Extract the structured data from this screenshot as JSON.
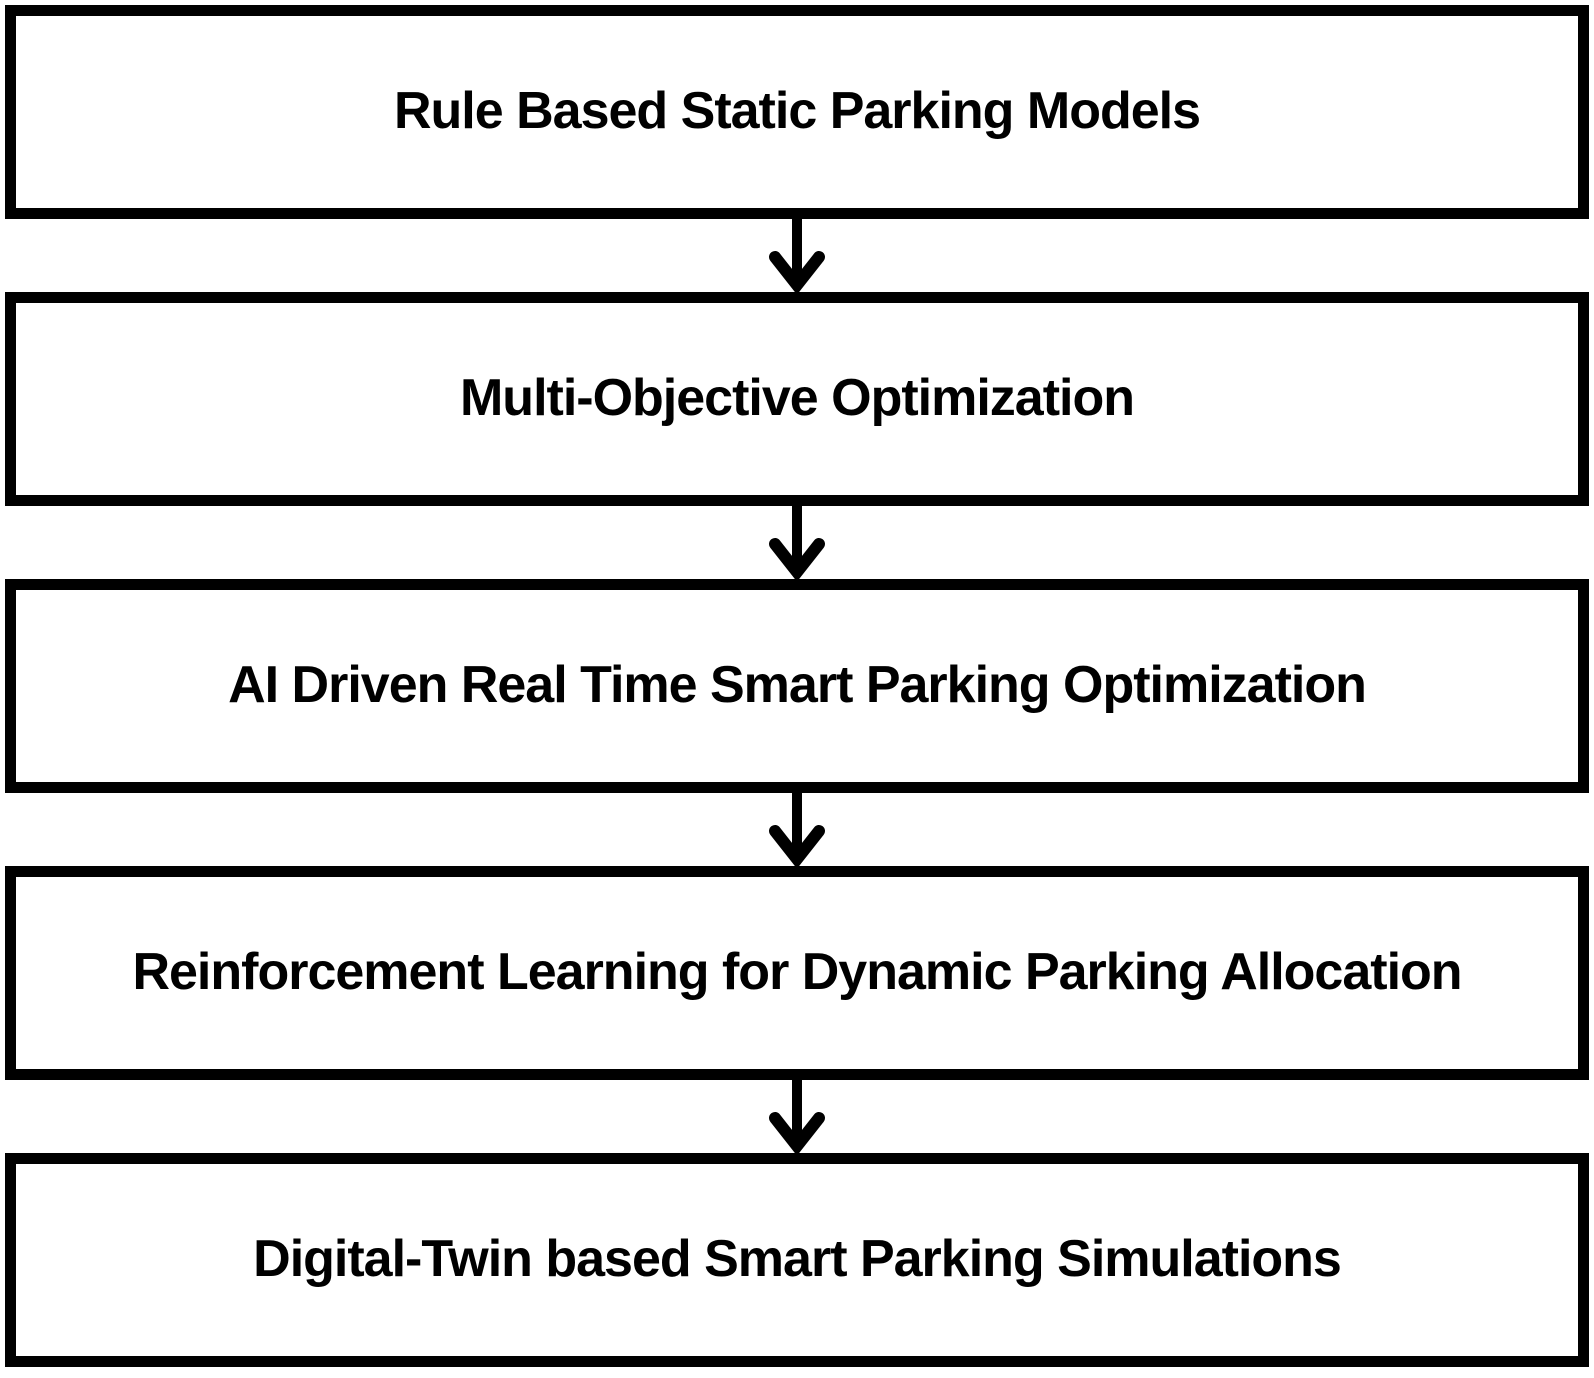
{
  "diagram": {
    "type": "flowchart",
    "direction": "top-down",
    "background_color": "#ffffff",
    "box_fill_color": "#ffffff",
    "box_border_color": "#000000",
    "text_color": "#000000",
    "arrow_color": "#000000",
    "nodes": [
      {
        "label": "Rule Based Static Parking Models"
      },
      {
        "label": "Multi-Objective Optimization"
      },
      {
        "label": "AI Driven Real Time Smart Parking Optimization"
      },
      {
        "label": "Reinforcement Learning for Dynamic Parking Allocation"
      },
      {
        "label": "Digital-Twin based Smart Parking Simulations"
      }
    ],
    "connections": [
      {
        "from": 0,
        "to": 1,
        "style": "down-arrow"
      },
      {
        "from": 1,
        "to": 2,
        "style": "down-arrow"
      },
      {
        "from": 2,
        "to": 3,
        "style": "down-arrow"
      },
      {
        "from": 3,
        "to": 4,
        "style": "down-arrow"
      }
    ]
  }
}
